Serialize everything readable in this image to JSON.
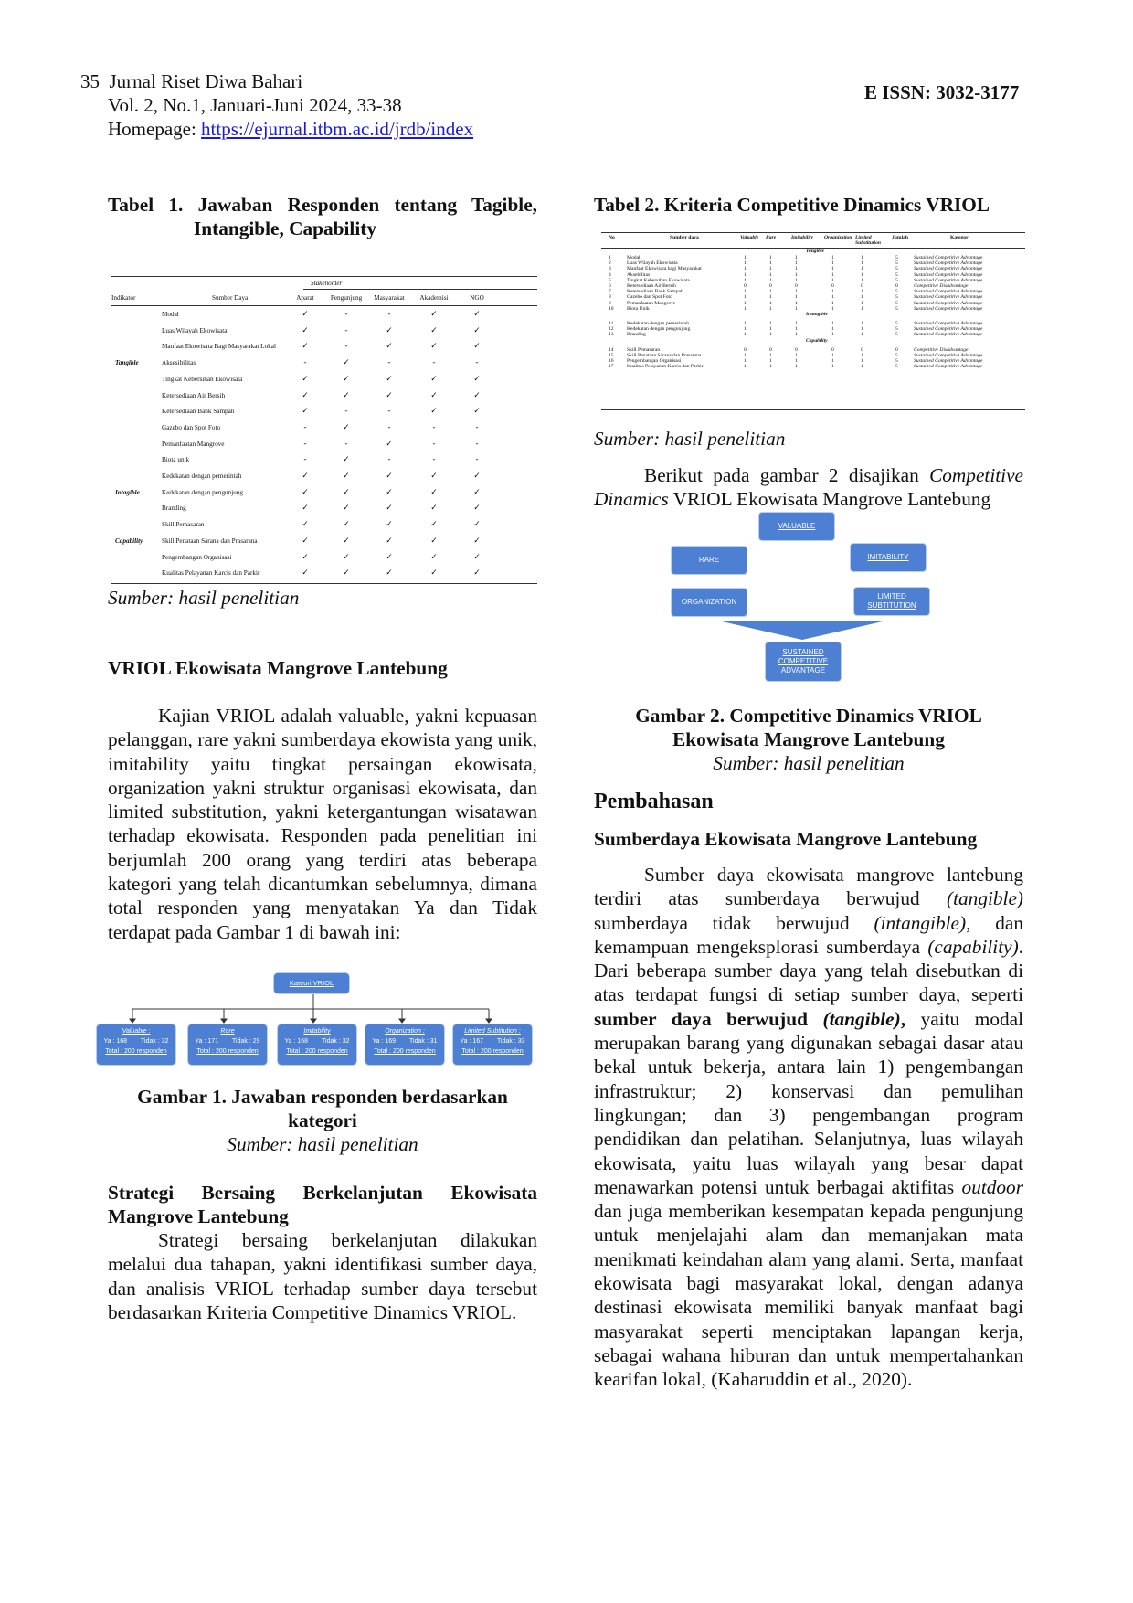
{
  "header": {
    "page_number": "35",
    "journal": "Jurnal Riset Diwa Bahari",
    "volume": "Vol. 2, No.1, Januari-Juni 2024, 33-38",
    "homepage_label": "Homepage:",
    "homepage_url": "https://ejurnal.itbm.ac.id/jrdb/index",
    "issn": "E ISSN: 3032-3177"
  },
  "table1": {
    "title_line1": "Tabel 1. Jawaban Responden tentang Tagible,",
    "title_line2": "Intangible, Capability",
    "stakeholder_label": "Stakeholder",
    "columns": [
      "Indikator",
      "Sumber Daya",
      "Aparat",
      "Pengunjung",
      "Masyarakat",
      "Akademisi",
      "NGO"
    ],
    "indicator_labels": [
      "Tangible",
      "Intagible",
      "Capability"
    ],
    "rows": [
      {
        "sumber": "Modal",
        "marks": [
          "✓",
          "-",
          "-",
          "✓",
          "✓"
        ]
      },
      {
        "sumber": "Luas Wilayah Ekowisata",
        "marks": [
          "✓",
          "-",
          "✓",
          "✓",
          "✓"
        ]
      },
      {
        "sumber": "Manfaat Ekowisata Bagi Masyarakat Lokal",
        "marks": [
          "✓",
          "-",
          "✓",
          "✓",
          "✓"
        ]
      },
      {
        "sumber": "Aksesibilitas",
        "marks": [
          "-",
          "✓",
          "-",
          "-",
          "-"
        ]
      },
      {
        "sumber": "Tingkat Kebersihan Ekowisata",
        "marks": [
          "✓",
          "✓",
          "✓",
          "✓",
          "✓"
        ]
      },
      {
        "sumber": "Ketersediaan Air Bersih",
        "marks": [
          "✓",
          "✓",
          "✓",
          "✓",
          "✓"
        ]
      },
      {
        "sumber": "Ketersediaan Bank Sampah",
        "marks": [
          "✓",
          "-",
          "-",
          "✓",
          "✓"
        ]
      },
      {
        "sumber": "Gazebo dan Spot Foto",
        "marks": [
          "-",
          "✓",
          "-",
          "-",
          "-"
        ]
      },
      {
        "sumber": "Pemanfaatan Mangrove",
        "marks": [
          "-",
          "-",
          "✓",
          "-",
          "-"
        ]
      },
      {
        "sumber": "Biota unik",
        "marks": [
          "-",
          "✓",
          "-",
          "-",
          "-"
        ]
      },
      {
        "sumber": "Kedekatan dengan pemerintah",
        "marks": [
          "✓",
          "✓",
          "✓",
          "✓",
          "✓"
        ]
      },
      {
        "sumber": "Kedekatan dengan pengunjung",
        "marks": [
          "✓",
          "✓",
          "✓",
          "✓",
          "✓"
        ]
      },
      {
        "sumber": "Branding",
        "marks": [
          "✓",
          "✓",
          "✓",
          "✓",
          "✓"
        ]
      },
      {
        "sumber": "Skill Pemasaran",
        "marks": [
          "✓",
          "✓",
          "✓",
          "✓",
          "✓"
        ]
      },
      {
        "sumber": "Skill Penataan Sarana dan Prasarana",
        "marks": [
          "✓",
          "✓",
          "✓",
          "✓",
          "✓"
        ]
      },
      {
        "sumber": "Pengembangan Organisasi",
        "marks": [
          "✓",
          "✓",
          "✓",
          "✓",
          "✓"
        ]
      },
      {
        "sumber": "Kualitas Pelayanan Karcis dan Parkir",
        "marks": [
          "✓",
          "✓",
          "✓",
          "✓",
          "✓"
        ]
      }
    ],
    "source": "Sumber: hasil penelitian"
  },
  "table2": {
    "title": "Tabel 2. Kriteria Competitive Dinamics VRIOL",
    "columns": [
      "No",
      "Sumber daya",
      "Valuable",
      "Rare",
      "Imitability",
      "Organization",
      "Limited Substitution",
      "Jumlah",
      "Kategori"
    ],
    "groups": [
      "Tangible",
      "Intangible",
      "Capability"
    ],
    "rows": [
      {
        "no": "1",
        "sumber": "Modal",
        "v": [
          "1",
          "1",
          "1",
          "1",
          "1"
        ],
        "jumlah": "5",
        "kategori": "Sustained Competitive Advantage"
      },
      {
        "no": "2",
        "sumber": "Luas Wilayah Ekowisata",
        "v": [
          "1",
          "1",
          "1",
          "1",
          "1"
        ],
        "jumlah": "5",
        "kategori": "Sustained Competitive Advantage"
      },
      {
        "no": "3",
        "sumber": "Manfaat Ekowisata bagi Masyarakat",
        "v": [
          "1",
          "1",
          "1",
          "1",
          "1"
        ],
        "jumlah": "5",
        "kategori": "Sustained Competitive Advantage"
      },
      {
        "no": "4",
        "sumber": "Aksebilitas",
        "v": [
          "1",
          "1",
          "1",
          "1",
          "1"
        ],
        "jumlah": "5",
        "kategori": "Sustained Competitive Advantage"
      },
      {
        "no": "5",
        "sumber": "Tingkat Kebersihan Ekowisata",
        "v": [
          "1",
          "1",
          "1",
          "1",
          "1"
        ],
        "jumlah": "5",
        "kategori": "Sustained Competitive Advantage"
      },
      {
        "no": "6",
        "sumber": "Ketersediaan Air Bersih",
        "v": [
          "0",
          "0",
          "0",
          "0",
          "0"
        ],
        "jumlah": "0",
        "kategori": "Competitive Disadvantage"
      },
      {
        "no": "7",
        "sumber": "Ketersediaan Bank Sampah",
        "v": [
          "1",
          "1",
          "1",
          "1",
          "1"
        ],
        "jumlah": "5",
        "kategori": "Sustained Competitive Advantage"
      },
      {
        "no": "8",
        "sumber": "Gazebo dan Spot Foto",
        "v": [
          "1",
          "1",
          "1",
          "1",
          "1"
        ],
        "jumlah": "5",
        "kategori": "Sustained Competitive Advantage"
      },
      {
        "no": "9",
        "sumber": "Pemanfaatan Mangrove",
        "v": [
          "1",
          "1",
          "1",
          "1",
          "1"
        ],
        "jumlah": "5",
        "kategori": "Sustained Competitive Advantage"
      },
      {
        "no": "10",
        "sumber": "Biota Unik",
        "v": [
          "1",
          "1",
          "1",
          "1",
          "1"
        ],
        "jumlah": "5",
        "kategori": "Sustained Competitive Advantage"
      },
      {
        "no": "11",
        "sumber": "Kedekatan dengan pemerintah",
        "v": [
          "1",
          "1",
          "1",
          "1",
          "1"
        ],
        "jumlah": "5",
        "kategori": "Sustained Competitive Advantage"
      },
      {
        "no": "12",
        "sumber": "Kedekatan dengan pengunjung",
        "v": [
          "1",
          "1",
          "1",
          "1",
          "1"
        ],
        "jumlah": "5",
        "kategori": "Sustained Competitive Advantage"
      },
      {
        "no": "13",
        "sumber": "Branding",
        "v": [
          "1",
          "1",
          "1",
          "1",
          "1"
        ],
        "jumlah": "5",
        "kategori": "Sustained Competitive Advantage"
      },
      {
        "no": "14",
        "sumber": "Skill Pemasaran",
        "v": [
          "0",
          "0",
          "0",
          "0",
          "0"
        ],
        "jumlah": "0",
        "kategori": "Competitive Disadvantage"
      },
      {
        "no": "15",
        "sumber": "Skill Penataan Sarana dan Prasarana",
        "v": [
          "1",
          "1",
          "1",
          "1",
          "1"
        ],
        "jumlah": "5",
        "kategori": "Sustained Competitive Advantage"
      },
      {
        "no": "16",
        "sumber": "Pengembangan Organisasi",
        "v": [
          "1",
          "1",
          "1",
          "1",
          "1"
        ],
        "jumlah": "5",
        "kategori": "Sustained Competitive Advantage"
      },
      {
        "no": "17",
        "sumber": "Kualitas Pelayanan Karcis dan Parkir",
        "v": [
          "1",
          "1",
          "1",
          "1",
          "1"
        ],
        "jumlah": "5",
        "kategori": "Sustained Competitive Advantage"
      }
    ],
    "source": "Sumber: hasil penelitian"
  },
  "left": {
    "heading_vriol": "VRIOL Ekowisata Mangrove Lantebung",
    "para_vriol": "Kajian VRIOL adalah valuable, yakni kepuasan pelanggan, rare yakni sumberdaya ekowista yang unik, imitability yaitu tingkat persaingan ekowisata, organization yakni struktur organisasi ekowisata, dan limited substitution, yakni ketergantungan wisatawan terhadap ekowisata. Responden pada penelitian ini berjumlah 200 orang yang terdiri atas beberapa kategori yang telah dicantumkan sebelumnya, dimana total responden yang menyatakan Ya dan Tidak terdapat pada Gambar 1 di bawah ini:",
    "fig1_caption_line1": "Gambar 1. Jawaban responden berdasarkan",
    "fig1_caption_line2": "kategori",
    "fig1_source": "Sumber: hasil penelitian",
    "heading_strategi": "Strategi Bersaing Berkelanjutan Ekowisata Mangrove Lantebung",
    "para_strategi": "Strategi bersaing berkelanjutan dilakukan melalui dua tahapan, yakni identifikasi sumber daya, dan analisis VRIOL terhadap sumber daya tersebut berdasarkan Kriteria Competitive Dinamics VRIOL."
  },
  "figure1": {
    "root": "Kateori VRIOL",
    "boxes": [
      {
        "title": "Valuable :",
        "ya": "Ya : 168",
        "tidak": "Tidak : 32",
        "total": "Total : 200 responden"
      },
      {
        "title": "Rare",
        "ya": "Ya : 171",
        "tidak": "Tidak : 29",
        "total": "Total : 200 responden"
      },
      {
        "title": "Imitability",
        "ya": "Ya : 168",
        "tidak": "Tidak : 32",
        "total": "Total : 200 responden"
      },
      {
        "title": "Organization :",
        "ya": "Ya : 169",
        "tidak": "Tidak : 31",
        "total": "Total : 200 responden"
      },
      {
        "title": "Limited Subtitution :",
        "ya": "Ya : 167",
        "tidak": "Tidak : 33",
        "total": "Total : 200 responden"
      }
    ]
  },
  "right": {
    "intro_pre": "Berikut pada gambar 2 disajikan ",
    "intro_ital": "Competitive Dinamics",
    "intro_post": " VRIOL Ekowisata Mangrove Lantebung",
    "fig2_caption_line1": "Gambar 2. Competitive Dinamics VRIOL",
    "fig2_caption_line2": "Ekowisata Mangrove Lantebung",
    "fig2_source": "Sumber: hasil penelitian",
    "heading_pembahasan": "Pembahasan",
    "heading_sumberdaya": "Sumberdaya Ekowisata Mangrove Lantebung"
  },
  "figure2": {
    "valuable": "VALUABLE",
    "rare": "RARE",
    "imitability": "IMITABILITY",
    "organization": "ORGANIZATION",
    "limited": "LIMITED SUBTITUTION",
    "result": "SUSTAINED COMPETITIVE ADVANTAGE"
  },
  "body_para": {
    "p1": "Sumber daya ekowisata mangrove lantebung terdiri atas sumberdaya berwujud ",
    "p1_i": "(tangible)",
    "p2": " sumberdaya tidak berwujud ",
    "p2_i": "(intangible)",
    "p3": ", dan kemampuan mengeksplorasi sumberdaya ",
    "p3_i": "(capability)",
    "p4": ". Dari beberapa sumber daya yang telah disebutkan di atas terdapat fungsi di setiap sumber daya, seperti ",
    "p4_b": "sumber daya berwujud ",
    "p4_bi": "(tangible)",
    "p4_b2": ",",
    "p5": " yaitu modal merupakan barang yang digunakan sebagai dasar atau bekal untuk bekerja, antara lain 1) pengembangan infrastruktur; 2) konservasi dan pemulihan lingkungan; dan 3) pengembangan program pendidikan dan pelatihan. Selanjutnya, luas wilayah ekowisata, yaitu luas wilayah yang besar dapat menawarkan potensi untuk berbagai aktifitas ",
    "p5_i": "outdoor",
    "p6": " dan juga memberikan kesempatan kepada pengunjung untuk menjelajahi alam dan memanjakan mata menikmati keindahan alam yang alami. Serta, manfaat ekowisata bagi masyarakat lokal, dengan adanya destinasi ekowisata memiliki banyak manfaat bagi masyarakat seperti menciptakan lapangan kerja, sebagai wahana hiburan dan untuk mempertahankan kearifan lokal, (Kaharuddin et al., 2020)."
  },
  "colors": {
    "box_blue": "#4d7fd2",
    "link_blue": "#1a1ad6"
  }
}
